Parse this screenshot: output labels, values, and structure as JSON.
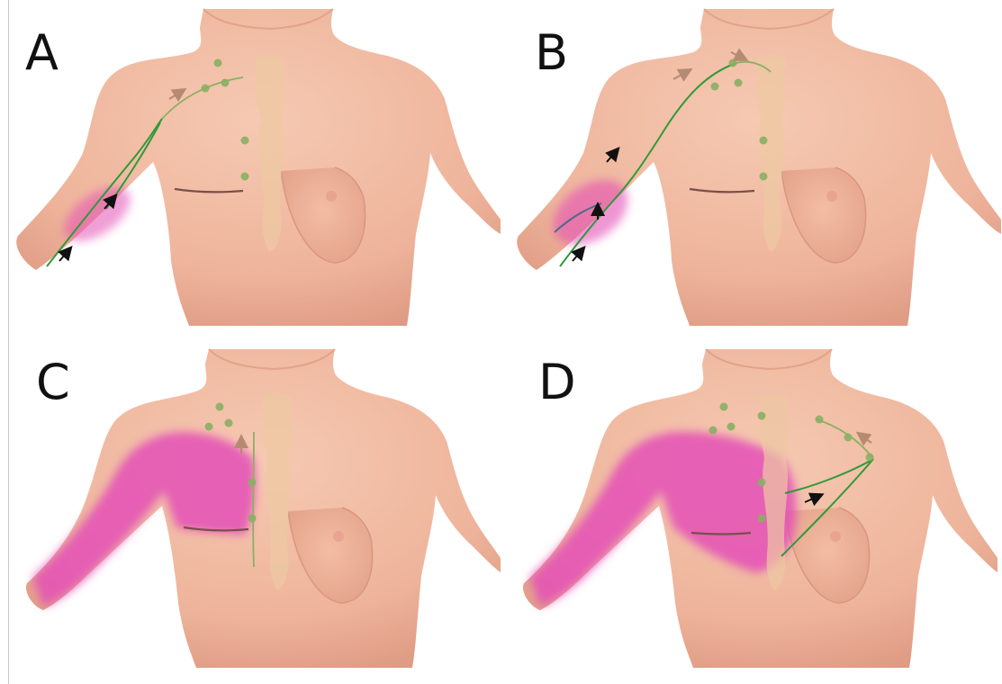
{
  "panels": [
    {
      "label": "A"
    },
    {
      "label": "B"
    },
    {
      "label": "C"
    },
    {
      "label": "D"
    }
  ],
  "colors": {
    "skin": "#f0b9a0",
    "skin_shadow": "#dd9a82",
    "sternum": "#eac39e",
    "lymph_vessel": "#2f9a3a",
    "lymph_node": "#8ab063",
    "lymphedema": "#e44fb6",
    "arrow_dark": "#111111",
    "arrow_light": "#b58a72",
    "scar": "#7a4f4a"
  }
}
